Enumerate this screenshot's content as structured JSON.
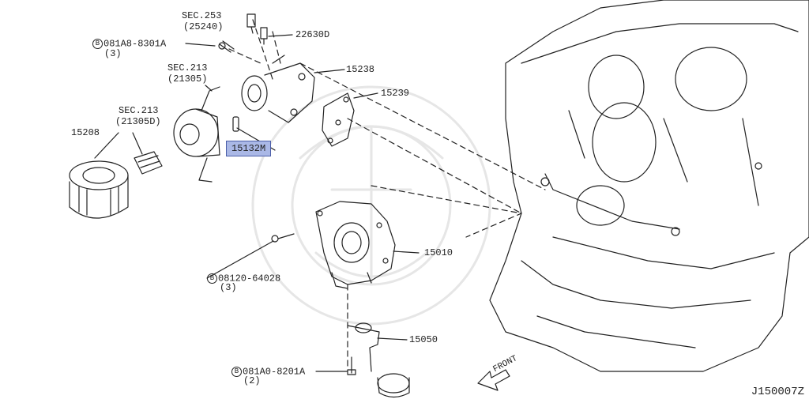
{
  "diagram_code": "J150007Z",
  "front_label": "FRONT",
  "colors": {
    "line": "#222222",
    "highlight_fill": "#aab8e6",
    "highlight_border": "#4b5ea8",
    "watermark": "#e6e6e6"
  },
  "labels": {
    "sec253": "SEC.253",
    "p25240": "(25240)",
    "p22630d": "22630D",
    "b081a8_prefix": "B",
    "b081a8": "081A8-8301A",
    "b081a8_qty": "(3)",
    "sec213_a": "SEC.213",
    "p21305": "(21305)",
    "p15238": "15238",
    "p15239": "15239",
    "sec213_b": "SEC.213",
    "p21305d": "(21305D)",
    "p15208": "15208",
    "p15132m": "15132M",
    "p15010": "15010",
    "b08120_prefix": "B",
    "b08120": "08120-64028",
    "b08120_qty": "(3)",
    "p15050": "15050",
    "b081a0_prefix": "B",
    "b081a0": "081A0-8201A",
    "b081a0_qty": "(2)"
  }
}
